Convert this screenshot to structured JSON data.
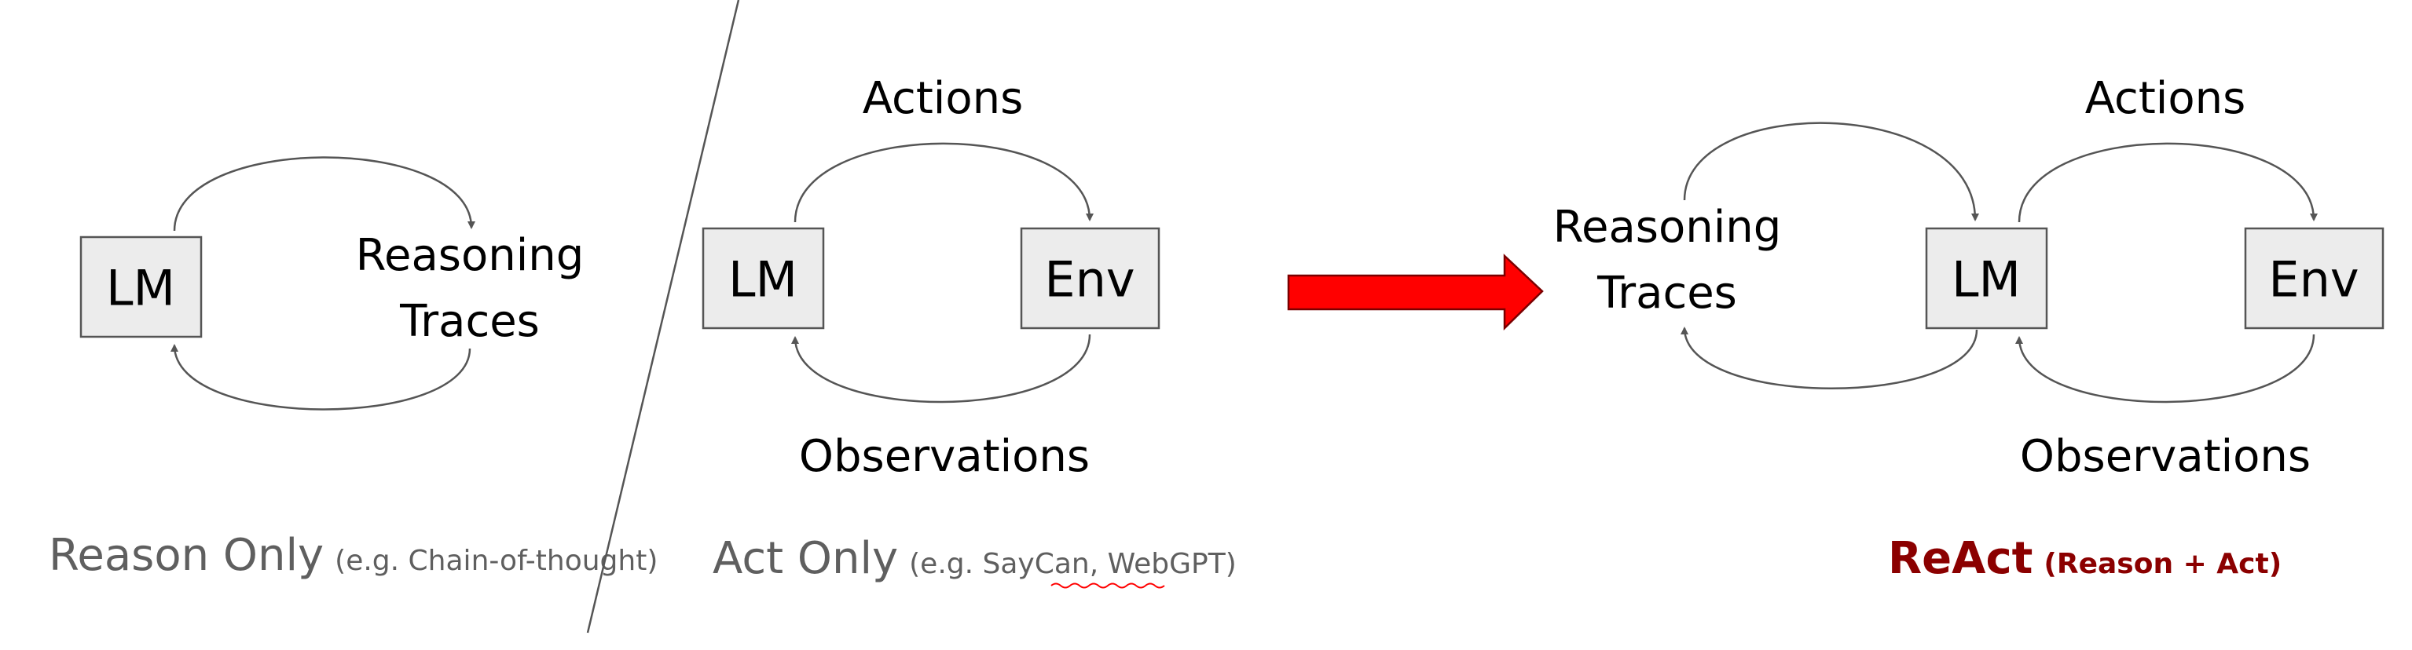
{
  "panels": {
    "reason_only": {
      "lm_label": "LM",
      "traces_line1": "Reasoning",
      "traces_line2": "Traces",
      "caption_main": "Reason Only",
      "caption_sub": "(e.g. Chain-of-thought)"
    },
    "act_only": {
      "lm_label": "LM",
      "env_label": "Env",
      "actions_label": "Actions",
      "observations_label": "Observations",
      "caption_main": "Act Only",
      "caption_sub_pre": "(e.g. SayCan, ",
      "caption_sub_link": "WebGPT",
      "caption_sub_post": ")"
    },
    "react": {
      "traces_line1": "Reasoning",
      "traces_line2": "Traces",
      "lm_label": "LM",
      "env_label": "Env",
      "actions_label": "Actions",
      "observations_label": "Observations",
      "caption_main": "ReAct",
      "caption_sub": "(Reason + Act)"
    }
  },
  "colors": {
    "box_fill": "#ececec",
    "line": "#555555",
    "caption_gray": "#5f5f5f",
    "react_red": "#8b0000",
    "arrow_red": "#ff0000"
  }
}
